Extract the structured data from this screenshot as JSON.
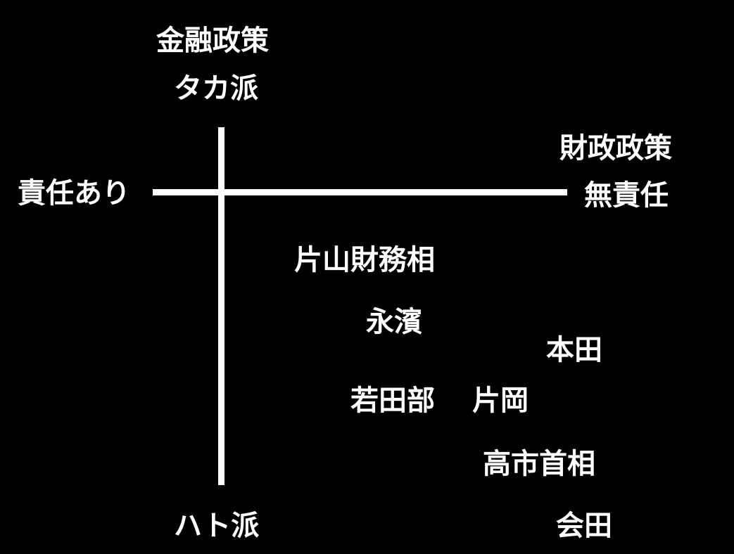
{
  "axes": {
    "vertical_top_line1": "金融政策",
    "vertical_top_line2": "タカ派",
    "vertical_bottom": "ハト派",
    "horizontal_left": "責任あり",
    "horizontal_right_line1": "財政政策",
    "horizontal_right_line2": "無責任"
  },
  "points": [
    {
      "id": "katayama",
      "label": "片山財務相"
    },
    {
      "id": "nagahama",
      "label": "永濱"
    },
    {
      "id": "honda",
      "label": "本田"
    },
    {
      "id": "wakatabe",
      "label": "若田部"
    },
    {
      "id": "kataoka",
      "label": "片岡"
    },
    {
      "id": "takaichi",
      "label": "高市首相"
    },
    {
      "id": "aida",
      "label": "会田"
    }
  ],
  "colors": {
    "background": "#000000",
    "foreground": "#ffffff"
  }
}
